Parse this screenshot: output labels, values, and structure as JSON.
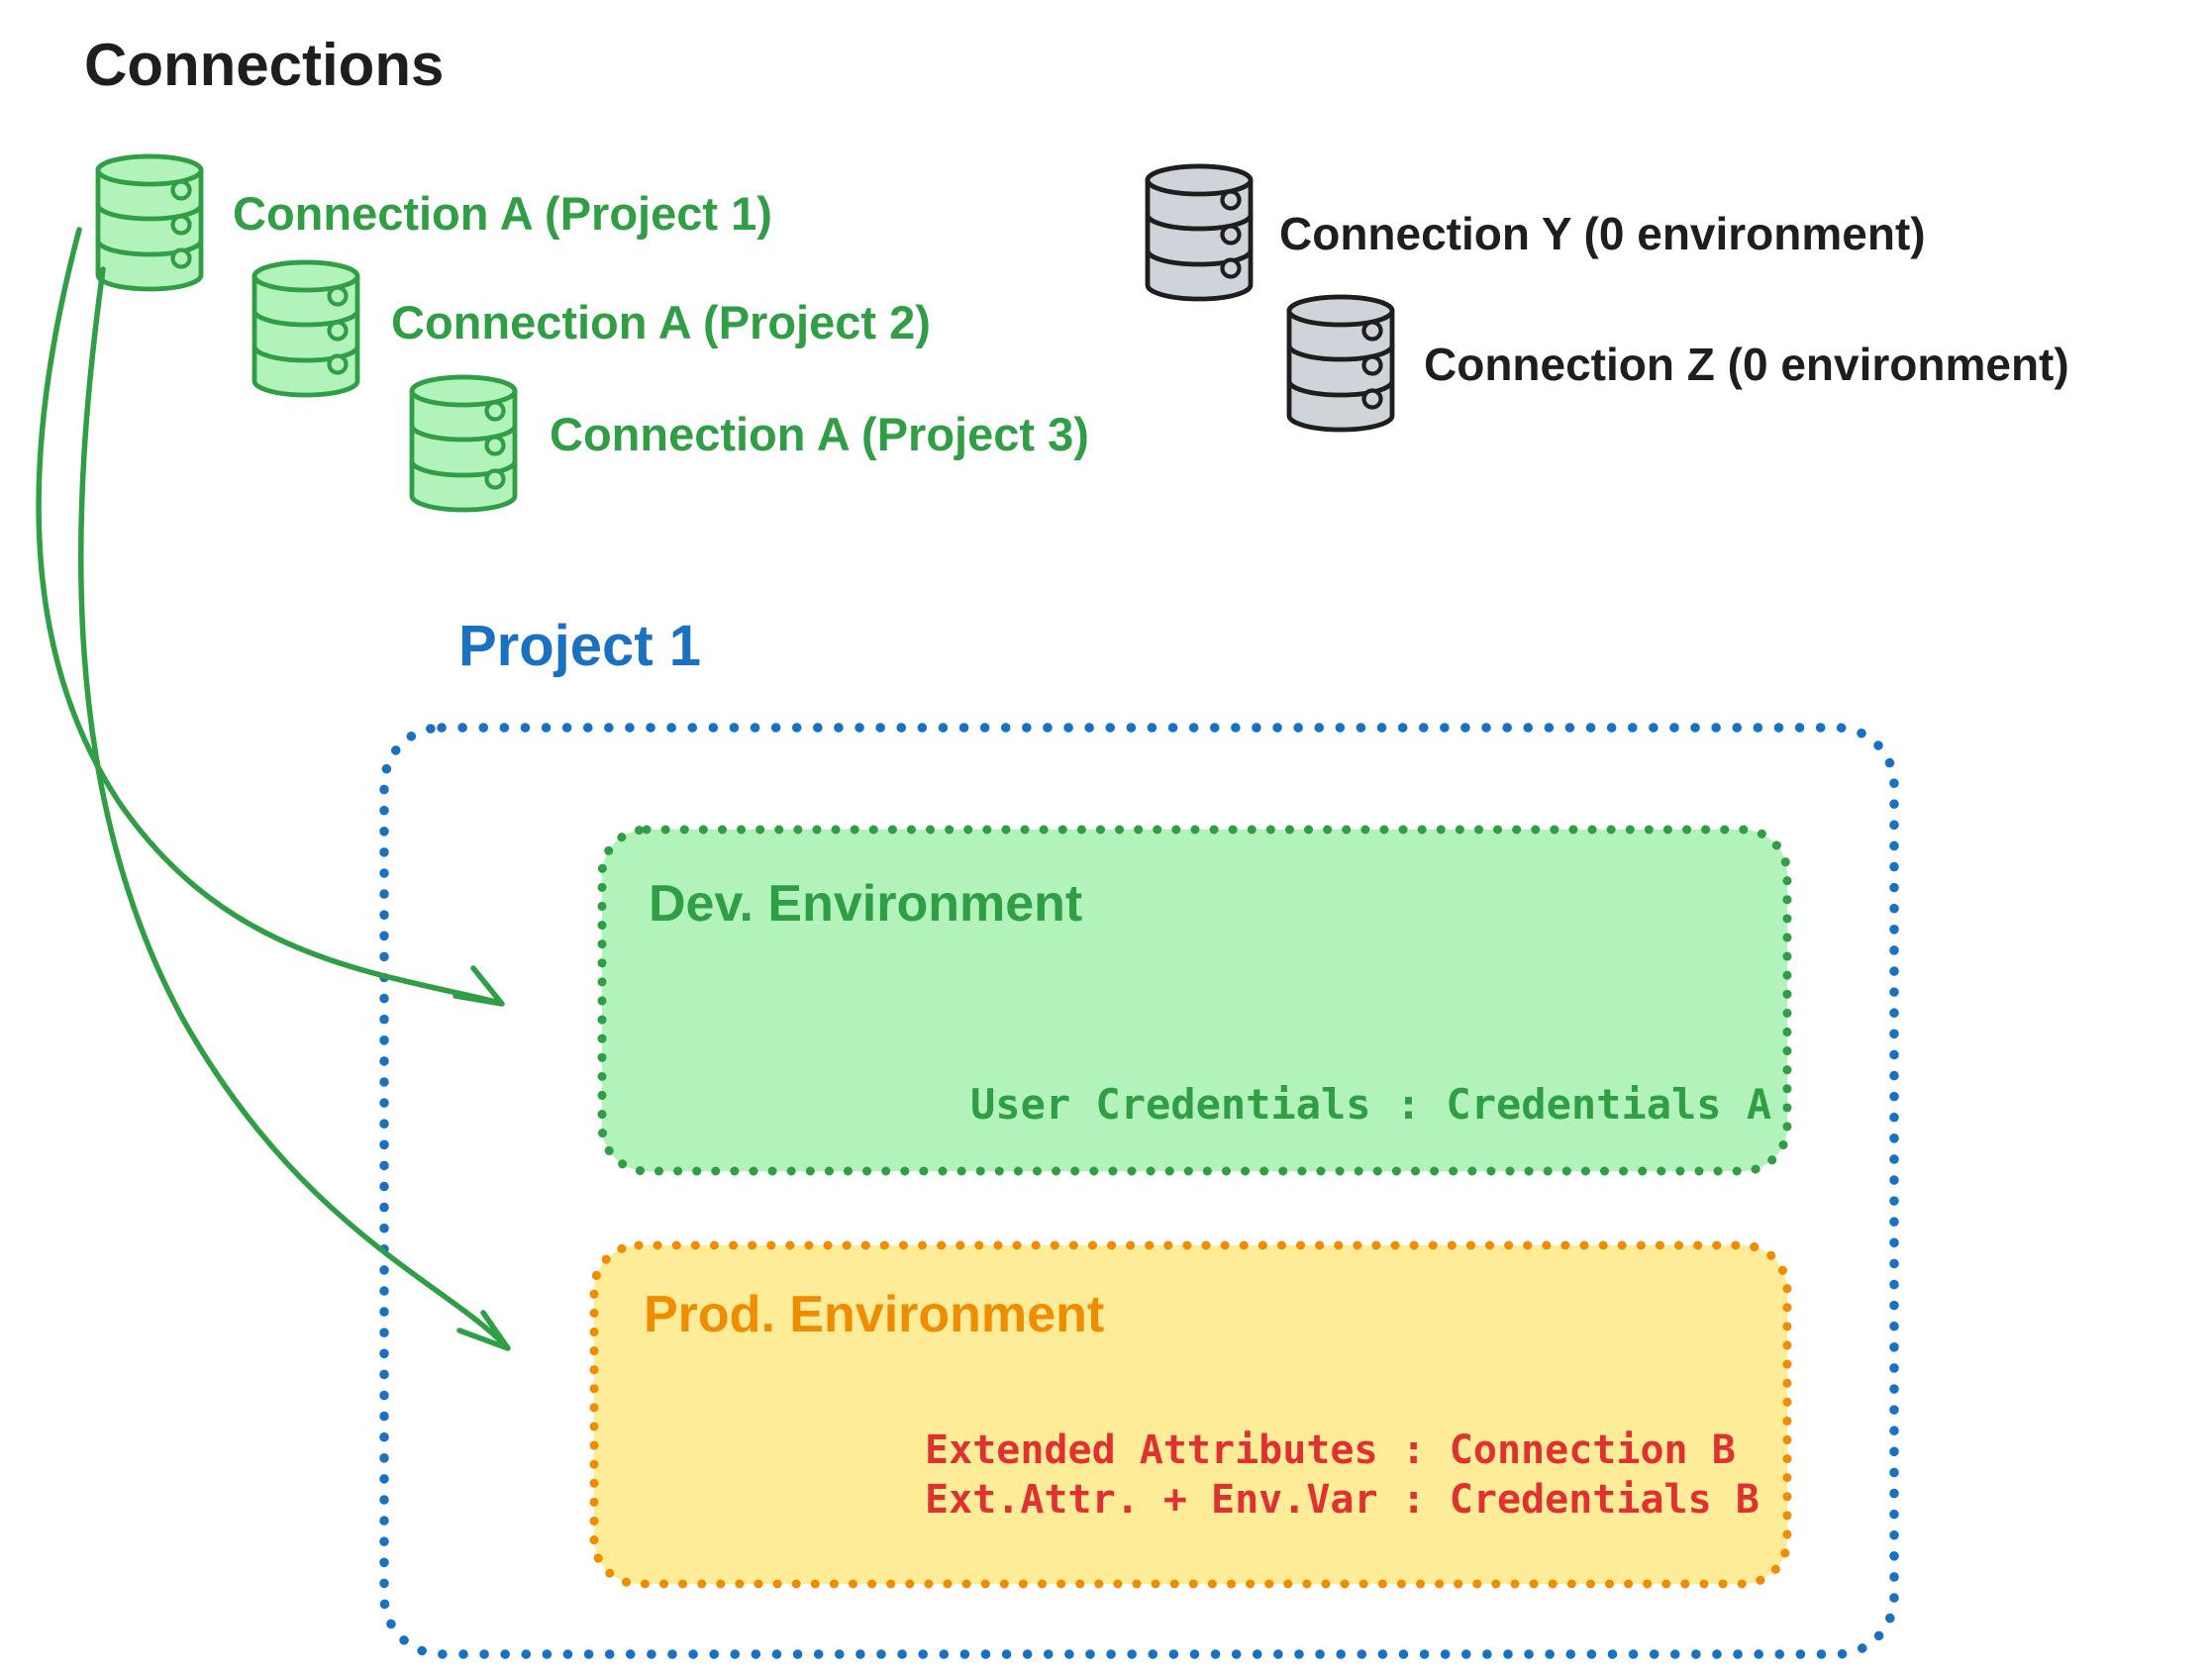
{
  "diagram_title": "Connections",
  "colors": {
    "ink": "#1e1e1e",
    "green": "#2f9e44",
    "green_fill": "#b2f2bb",
    "blue": "#1971c2",
    "orange": "#f08c00",
    "yellow_fill": "#ffec99",
    "red": "#e03131",
    "gray_fill": "#ced4da"
  },
  "green_connections": [
    {
      "label": "Connection A (Project 1)"
    },
    {
      "label": "Connection A (Project 2)"
    },
    {
      "label": "Connection A (Project 3)"
    }
  ],
  "gray_connections": [
    {
      "label": "Connection Y (0 environment)"
    },
    {
      "label": "Connection Z (0 environment)"
    }
  ],
  "project": {
    "title": "Project 1",
    "dev_environment": {
      "title": "Dev. Environment",
      "credential_mapping": "User Credentials : Credentials A"
    },
    "prod_environment": {
      "title": "Prod. Environment",
      "mapping_line_1": "Extended Attributes : Connection B",
      "mapping_line_2": "Ext.Attr. + Env.Var : Credentials B"
    }
  }
}
